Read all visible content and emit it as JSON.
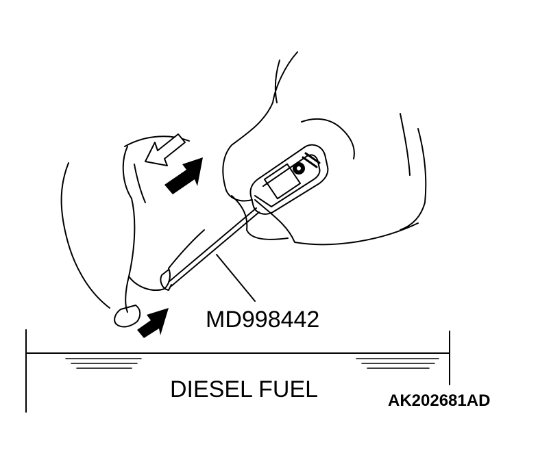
{
  "labels": {
    "tool": "MD998442",
    "liquid": "DIESEL FUEL",
    "figure_id": "AK202681AD"
  },
  "colors": {
    "ink": "#000000",
    "background": "#ffffff"
  },
  "icons": [
    "hollow-arrow-icon",
    "solid-arrow-icon"
  ]
}
